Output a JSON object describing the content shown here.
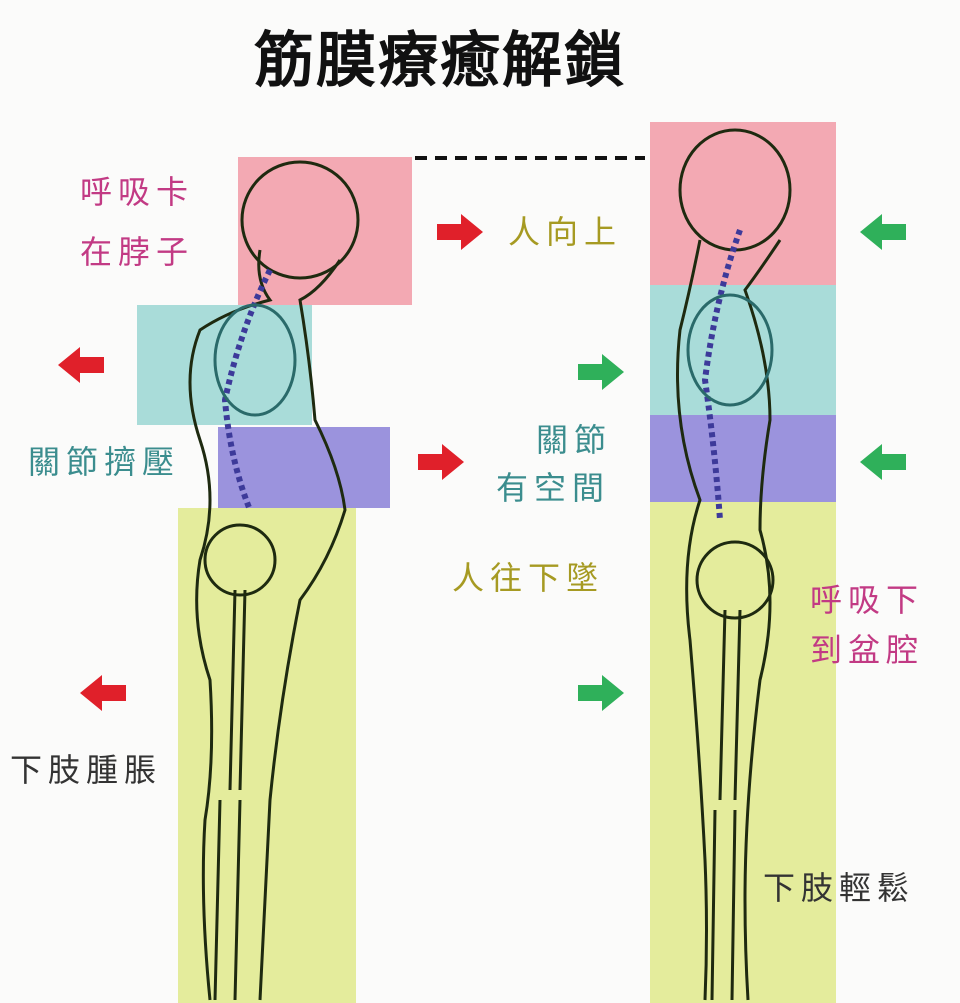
{
  "title": "筋膜療癒解鎖",
  "colors": {
    "head_box": "#f3a9b3",
    "chest_box": "#a9dcd9",
    "lumbar_box": "#9b93dd",
    "legs_box": "#e4ec9c",
    "red_arrow": "#e0202a",
    "green_arrow": "#2fb05a",
    "magenta_text": "#c23a84",
    "olive_text": "#a69a22",
    "teal_text": "#3b8d8e"
  },
  "left_posture": {
    "breath_label": [
      "呼吸卡",
      "在脖子"
    ],
    "joint_label": "關節擠壓",
    "legs_label": "下肢腫脹"
  },
  "middle": {
    "up_label": "人向上",
    "space_label": [
      "關節",
      "有空間"
    ],
    "down_label": "人往下墜"
  },
  "right_posture": {
    "breath_label": [
      "呼吸下",
      "到盆腔"
    ],
    "legs_label": "下肢輕鬆"
  }
}
